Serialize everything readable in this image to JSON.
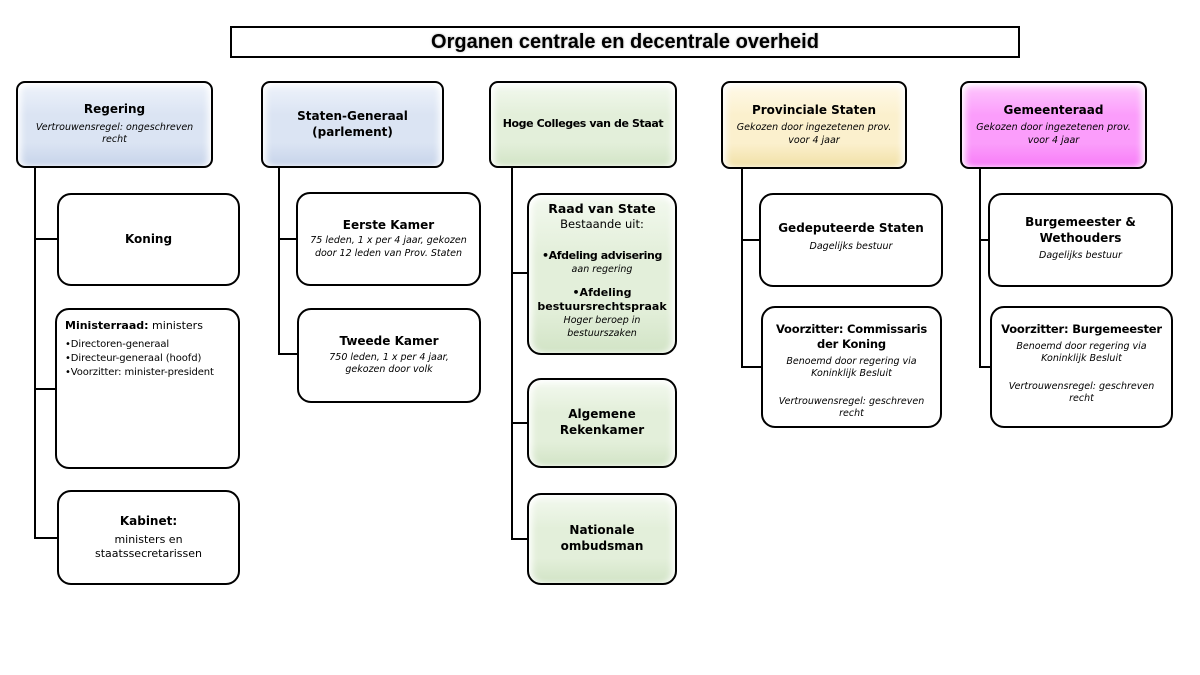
{
  "title": "Organen centrale en decentrale overheid",
  "colors": {
    "blue": "#dbe4f3",
    "green": "#e3efda",
    "yellow": "#fbf0cd",
    "pink": "#fb9dfb",
    "border": "#000000"
  },
  "columns": [
    {
      "name": "regering",
      "header": {
        "title": "Regering",
        "subtitle": "Vertrouwensregel: ongeschreven\nrecht"
      },
      "children": {
        "koning": {
          "title": "Koning"
        },
        "ministerraad": {
          "lead_bold": "Ministerraad:",
          "lead_rest": " ministers",
          "bullets": [
            "•Directoren-generaal",
            "•Directeur-generaal (hoofd)",
            "•Voorzitter: minister-president"
          ]
        },
        "kabinet": {
          "title": "Kabinet:",
          "subtitle": "ministers en\nstaatssecretarissen"
        }
      }
    },
    {
      "name": "staten-generaal",
      "header": {
        "title": "Staten-Generaal\n(parlement)"
      },
      "children": {
        "eerste_kamer": {
          "title": "Eerste Kamer",
          "subtitle": "75 leden, 1 x per 4 jaar, gekozen\ndoor 12 leden van Prov. Staten"
        },
        "tweede_kamer": {
          "title": "Tweede Kamer",
          "subtitle": "750 leden, 1 x per 4 jaar,\ngekozen door volk"
        }
      }
    },
    {
      "name": "hoge-colleges",
      "header": {
        "title": "Hoge Colleges van de Staat"
      },
      "children": {
        "raad_van_state": {
          "title": "Raad van State",
          "subtitle": "Bestaande uit:",
          "item1_bold": "•Afdeling advisering",
          "item1_italic": "aan regering",
          "item2_bold": "•Afdeling\nbestuursrechtspraak",
          "item2_italic": "Hoger beroep in\nbestuurszaken"
        },
        "algemene_rekenkamer": {
          "title": "Algemene\nRekenkamer"
        },
        "nationale_ombudsman": {
          "title": "Nationale\nombudsman"
        }
      }
    },
    {
      "name": "provinciale-staten",
      "header": {
        "title": "Provinciale Staten",
        "subtitle": "Gekozen door ingezetenen prov.\nvoor 4 jaar"
      },
      "children": {
        "gedeputeerde_staten": {
          "title": "Gedeputeerde Staten",
          "subtitle": "Dagelijks bestuur"
        },
        "voorzitter": {
          "title": "Voorzitter: Commissaris\nder Koning",
          "subtitle": "Benoemd door regering via\nKoninklijk Besluit",
          "note": "Vertrouwensregel: geschreven\nrecht"
        }
      }
    },
    {
      "name": "gemeenteraad",
      "header": {
        "title": "Gemeenteraad",
        "subtitle": "Gekozen door ingezetenen prov.\nvoor 4 jaar"
      },
      "children": {
        "burgemeester_wethouders": {
          "title": "Burgemeester &\nWethouders",
          "subtitle": "Dagelijks bestuur"
        },
        "voorzitter": {
          "title": "Voorzitter: Burgemeester",
          "subtitle": "Benoemd door regering via\nKoninklijk Besluit",
          "note": "Vertrouwensregel: geschreven\nrecht"
        }
      }
    }
  ]
}
